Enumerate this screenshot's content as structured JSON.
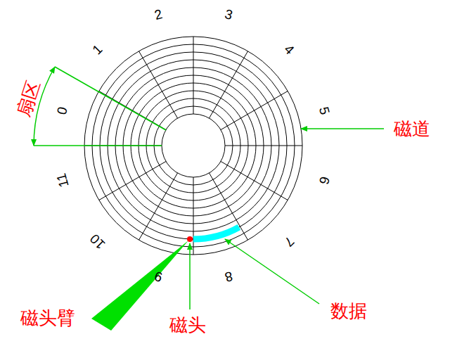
{
  "diagram": {
    "labels": [
      "0",
      "1",
      "2",
      "3",
      "4",
      "5",
      "6",
      "7",
      "8",
      "9",
      "10",
      "11",
      "扇区",
      "磁道",
      "磁头臂",
      "磁头",
      "数据"
    ]
  }
}
